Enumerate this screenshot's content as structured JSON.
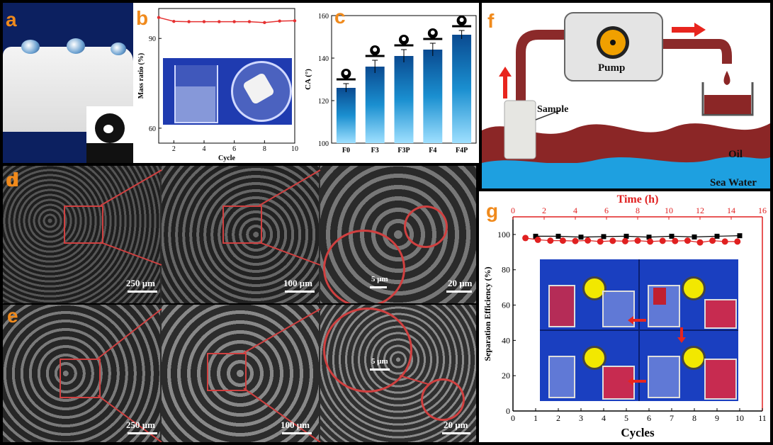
{
  "panel_labels": {
    "a": "a",
    "b": "b",
    "c": "c",
    "d": "d",
    "e": "e",
    "f": "f",
    "g": "g"
  },
  "panel_b": {
    "chart_data": {
      "type": "line",
      "xlabel": "Cycle",
      "ylabel": "Mass ratio (%)",
      "x": [
        1,
        2,
        3,
        4,
        5,
        6,
        7,
        8,
        9,
        10
      ],
      "series": [
        {
          "values": [
            97,
            95.7,
            95.6,
            95.6,
            95.6,
            95.6,
            95.6,
            95.3,
            95.8,
            95.9
          ]
        }
      ],
      "xticks": [
        "2",
        "4",
        "6",
        "8",
        "10"
      ],
      "yticks": [
        "60",
        "90"
      ],
      "xlim": [
        1,
        10
      ],
      "ylim": [
        55,
        100
      ],
      "color": "#e53030"
    }
  },
  "panel_c": {
    "chart_data": {
      "type": "bar",
      "categories": [
        "F0",
        "F3",
        "F3P",
        "F4",
        "F4P"
      ],
      "values": [
        126,
        136,
        141,
        144,
        151
      ],
      "errors": [
        2,
        3,
        3,
        3,
        2
      ],
      "ylabel": "CA (°)",
      "yticks": [
        "100",
        "120",
        "140",
        "160"
      ],
      "ylim": [
        100,
        160
      ],
      "color": "#1a8fd0"
    }
  },
  "panel_d": {
    "scales": [
      "250 μm",
      "100 μm",
      "5 μm",
      "20 μm"
    ]
  },
  "panel_e": {
    "scales": [
      "250 μm",
      "100 μm",
      "5 μm",
      "20 μm"
    ]
  },
  "panel_f": {
    "pump_label": "Pump",
    "sample_label": "Sample",
    "oil_label": "Oil",
    "water_label": "Sea Water",
    "colors": {
      "oil": "#8b2626",
      "water": "#1ea0e0",
      "pipe": "#8b2a2a",
      "arrow": "#e8251e"
    }
  },
  "panel_g": {
    "chart_data": {
      "type": "line",
      "xlabel": "Cycles",
      "ylabel": "Separation Efficiency (%)",
      "top_xlabel": "Time (h)",
      "xticks": [
        "0",
        "1",
        "2",
        "3",
        "4",
        "5",
        "6",
        "7",
        "8",
        "9",
        "10",
        "11"
      ],
      "top_xticks": [
        "0",
        "2",
        "4",
        "6",
        "8",
        "10",
        "12",
        "14",
        "16"
      ],
      "yticks": [
        "0",
        "20",
        "40",
        "60",
        "80",
        "100"
      ],
      "xlim": [
        0,
        11
      ],
      "ylim": [
        0,
        110
      ],
      "top_xlim": [
        0,
        16
      ],
      "series": [
        {
          "axis": "bottom",
          "color": "#000000",
          "marker": "square",
          "x": [
            1,
            2,
            3,
            4,
            5,
            6,
            7,
            8,
            9,
            10
          ],
          "values": [
            99,
            99,
            98.5,
            98.8,
            99,
            98.5,
            99,
            98.6,
            99,
            99.3
          ]
        },
        {
          "axis": "top",
          "color": "#e02020",
          "marker": "circle",
          "x": [
            0.8,
            1.6,
            2.4,
            3.2,
            4,
            4.8,
            5.6,
            6.4,
            7.2,
            8,
            8.8,
            9.6,
            10.4,
            11.2,
            12,
            12.8,
            13.6,
            14.4
          ],
          "values": [
            98,
            97,
            96.5,
            96.5,
            96.3,
            96.6,
            96,
            96.4,
            96.2,
            96.5,
            96,
            96.4,
            96.3,
            96.5,
            95.5,
            96.5,
            96,
            96
          ]
        }
      ]
    }
  }
}
